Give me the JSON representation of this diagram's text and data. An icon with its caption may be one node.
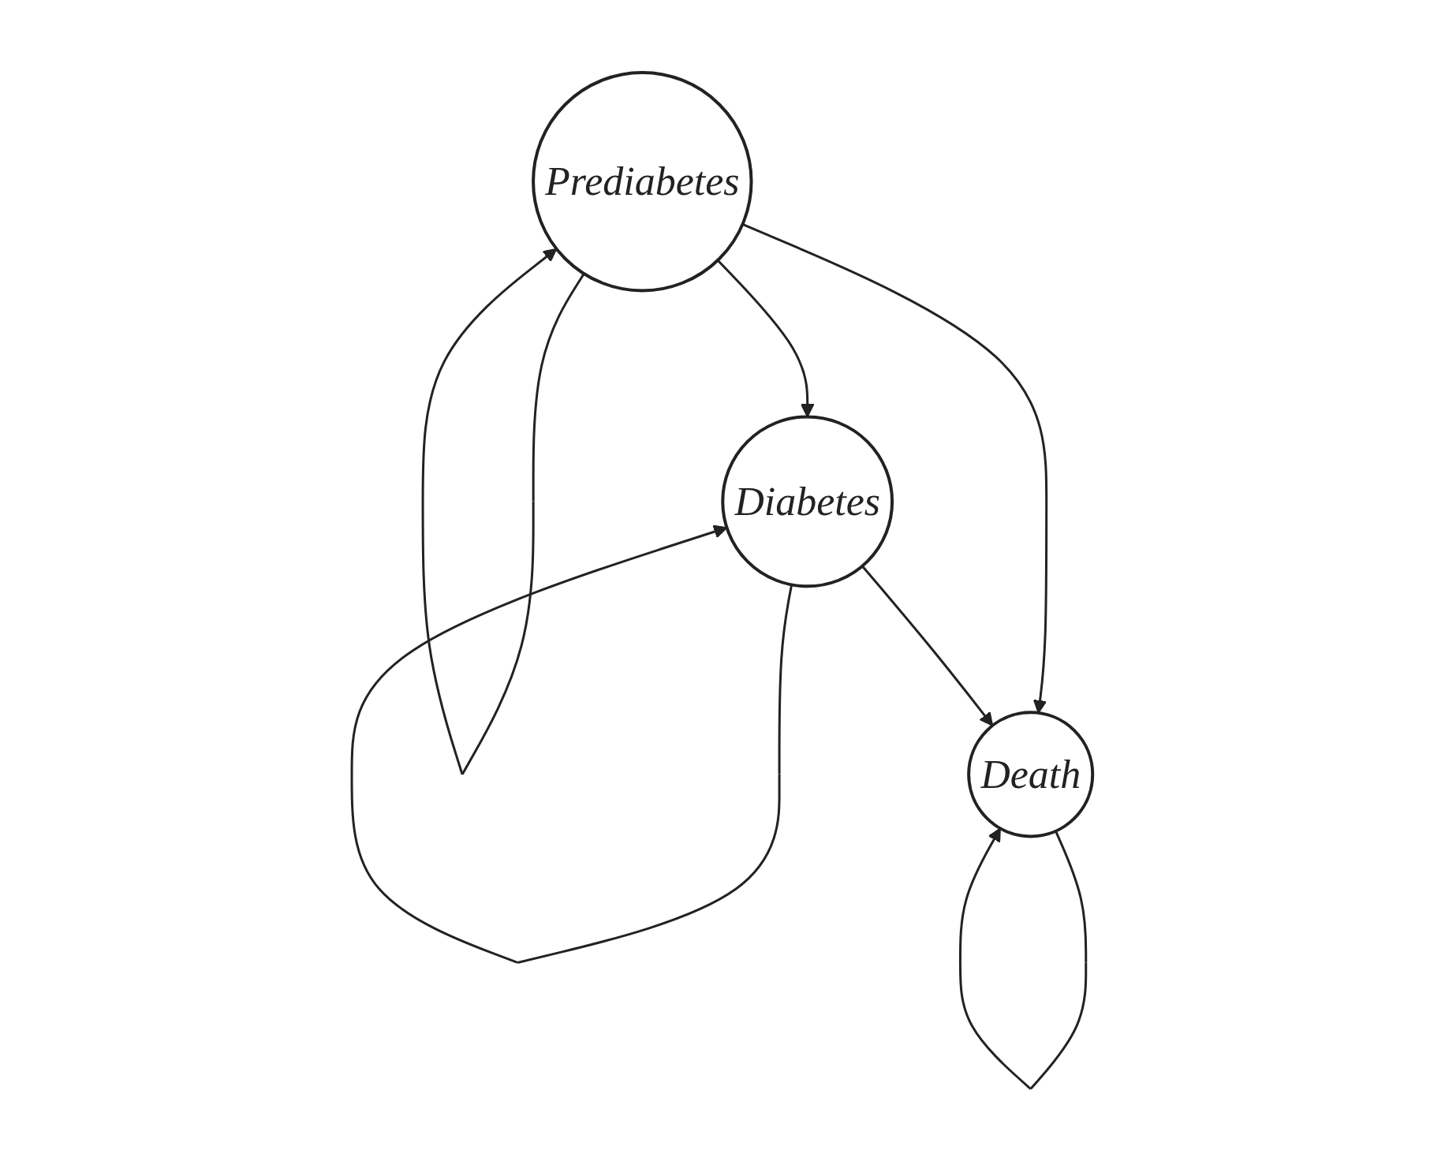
{
  "diagram": {
    "nodes": [
      {
        "text": [
          "Prediabetes"
        ]
      },
      {
        "text": [
          "Diabetes"
        ]
      },
      {
        "text": [
          "Death"
        ]
      }
    ],
    "edges": [
      {
        "from": 0,
        "to": 0,
        "arrow": "to"
      },
      {
        "from": 1,
        "to": 1,
        "arrow": "to"
      },
      {
        "from": 2,
        "to": 2,
        "arrow": "to"
      },
      {
        "from": 0,
        "to": 1,
        "arrow": "to"
      },
      {
        "from": 0,
        "to": 2,
        "arrow": "to"
      },
      {
        "from": 1,
        "to": 2,
        "arrow": "to"
      }
    ]
  }
}
